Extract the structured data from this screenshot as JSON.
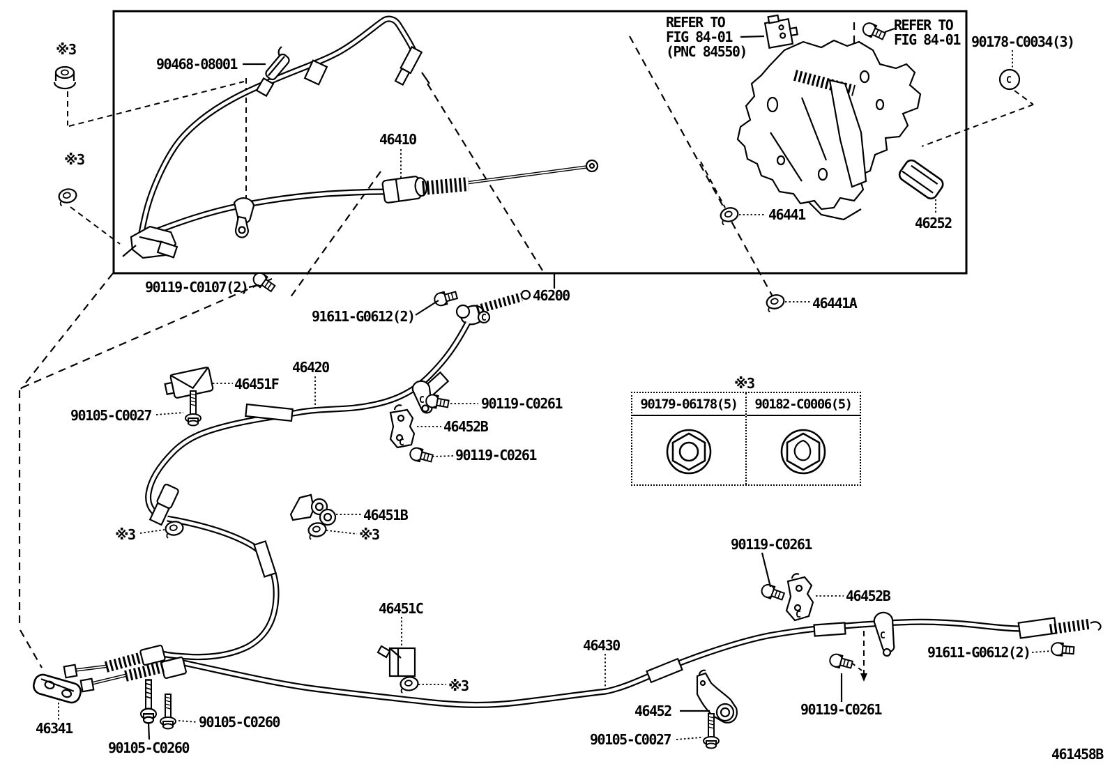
{
  "diagram": {
    "id": "461458B",
    "title_semantic": "parking-brake-and-cable-parts-diagram",
    "marks": {
      "ref3": "※3",
      "clamp_c": "C"
    },
    "notes": {
      "refer_left": [
        "REFER TO",
        "FIG 84-01",
        "(PNC 84550)"
      ],
      "refer_right": [
        "REFER TO",
        "FIG 84-01"
      ]
    },
    "labels": {
      "p90468_08001": "90468-08001",
      "p90178_c0034": "90178-C0034(3)",
      "p46410": "46410",
      "p46441": "46441",
      "p46252": "46252",
      "p90119_c0107": "90119-C0107(2)",
      "p91611_g0612": "91611-G0612(2)",
      "p46200": "46200",
      "p46441a": "46441A",
      "p46451f": "46451F",
      "p46420": "46420",
      "p90105_c0027": "90105-C0027",
      "p90119_c0261": "90119-C0261",
      "p46452b": "46452B",
      "p46451b": "46451B",
      "p46451c": "46451C",
      "p46430": "46430",
      "p46452": "46452",
      "p90105_c0260": "90105-C0260",
      "p46341": "46341"
    },
    "substitution_table": {
      "title": "※3",
      "columns": [
        {
          "part_number": "90179-06178(5)",
          "icon": "hex-flange-nut-icon"
        },
        {
          "part_number": "90182-C0006(5)",
          "icon": "cap-nut-icon"
        }
      ]
    }
  }
}
